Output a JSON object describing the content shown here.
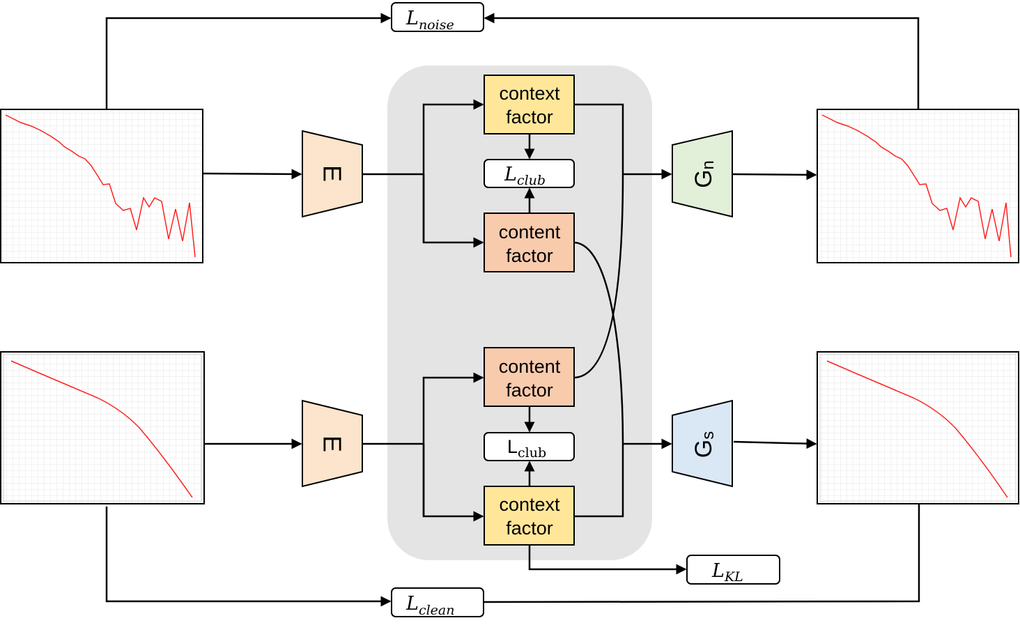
{
  "colors": {
    "group_bg": "#e4e4e4",
    "context": "#ffe699",
    "content": "#f8cbad",
    "encoder": "#fde4cc",
    "gen_noise": "#e2efd9",
    "gen_signal": "#dae7f5",
    "curve": "#ff2020",
    "grid": "#e6e6e6"
  },
  "encoders": {
    "top": "E",
    "bottom": "E"
  },
  "generators": {
    "noise": {
      "base": "G",
      "sub": "n"
    },
    "signal": {
      "base": "G",
      "sub": "s"
    }
  },
  "factors": {
    "top_context": [
      "context",
      "factor"
    ],
    "top_content": [
      "content",
      "factor"
    ],
    "bottom_content": [
      "content",
      "factor"
    ],
    "bottom_context": [
      "context",
      "factor"
    ]
  },
  "losses": {
    "noise": {
      "base": "L",
      "sub": "noise"
    },
    "clean": {
      "base": "L",
      "sub": "clean"
    },
    "kl": {
      "base": "L",
      "sub": "KL"
    },
    "club_top": {
      "base": "L",
      "sub": "club"
    },
    "club_bottom": {
      "base": "L",
      "sub": "club"
    }
  }
}
